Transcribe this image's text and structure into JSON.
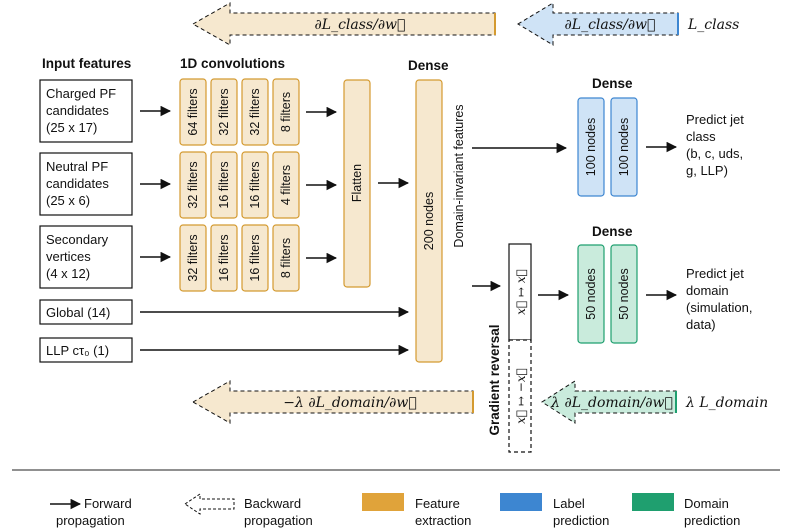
{
  "colors": {
    "feature": "#f6e8cf",
    "feature_edge": "#d49a30",
    "label": "#cfe3f6",
    "label_edge": "#3d86d1",
    "domain": "#c9ebdc",
    "domain_edge": "#1f9f6f"
  },
  "headers": {
    "input": "Input features",
    "conv": "1D convolutions",
    "dense_mid": "Dense",
    "dense_top": "Dense",
    "dense_bottom": "Dense"
  },
  "inputs": [
    {
      "lines": [
        "Charged PF",
        "candidates",
        "(25 x 17)"
      ]
    },
    {
      "lines": [
        "Neutral PF",
        "candidates",
        "(25 x 6)"
      ]
    },
    {
      "lines": [
        "Secondary",
        "vertices",
        "(4 x 12)"
      ]
    },
    {
      "lines": [
        "Global (14)"
      ]
    },
    {
      "lines": [
        "LLP cτ₀ (1)"
      ]
    }
  ],
  "conv_rows": [
    [
      "64 filters",
      "32 filters",
      "32 filters",
      "8 filters"
    ],
    [
      "32 filters",
      "16 filters",
      "16 filters",
      "4 filters"
    ],
    [
      "32 filters",
      "16 filters",
      "16 filters",
      "8 filters"
    ]
  ],
  "flatten": "Flatten",
  "dense200": "200 nodes",
  "domain_invariant": "Domain-invariant features",
  "label_nodes": [
    "100 nodes",
    "100 nodes"
  ],
  "domain_nodes": [
    "50 nodes",
    "50 nodes"
  ],
  "grl": {
    "forward": "x⃗ ↦ x⃗",
    "backward": "x⃗ ↦ −x⃗",
    "title": "Gradient reversal"
  },
  "outputs": {
    "class": [
      "Predict jet",
      "class",
      "(b, c, uds,",
      "g, LLP)"
    ],
    "domain": [
      "Predict jet",
      "domain",
      "(simulation,",
      "data)"
    ]
  },
  "gradients": {
    "class_top_left": "∂L_class/∂w⃗",
    "class_top_right": "∂L_class/∂w⃗",
    "class_loss": "L_class",
    "domain_left": "−λ ∂L_domain/∂w⃗",
    "domain_right": "λ ∂L_domain/∂w⃗",
    "domain_loss": "λ L_domain"
  },
  "legend": {
    "forward": [
      "Forward",
      "propagation"
    ],
    "backward": [
      "Backward",
      "propagation"
    ],
    "feature": [
      "Feature",
      "extraction"
    ],
    "label": [
      "Label",
      "prediction"
    ],
    "domain": [
      "Domain",
      "prediction"
    ]
  }
}
